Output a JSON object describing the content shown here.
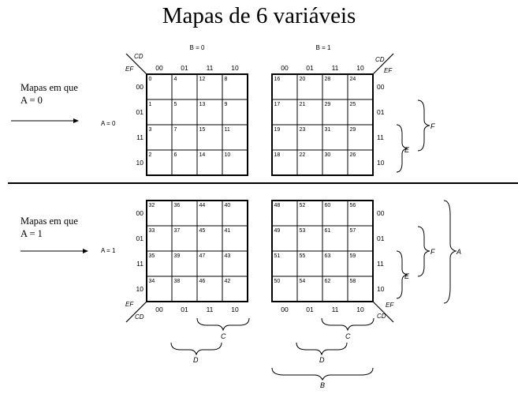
{
  "title": "Mapas de 6 variáveis",
  "notes": {
    "top": {
      "line1": "Mapas em que",
      "line2": "A = 0"
    },
    "bottom": {
      "line1": "Mapas em que",
      "line2": "A = 1"
    }
  },
  "map_labels": {
    "b0": "B = 0",
    "b1": "B = 1",
    "a0": "A = 0",
    "a1": "A = 1",
    "cd": "CD",
    "ef": "EF"
  },
  "gray_codes": [
    "00",
    "01",
    "11",
    "10"
  ],
  "maps": {
    "top_left": [
      [
        "0",
        "4",
        "12",
        "8"
      ],
      [
        "1",
        "5",
        "13",
        "9"
      ],
      [
        "3",
        "7",
        "15",
        "11"
      ],
      [
        "2",
        "6",
        "14",
        "10"
      ]
    ],
    "top_right": [
      [
        "16",
        "20",
        "28",
        "24"
      ],
      [
        "17",
        "21",
        "29",
        "25"
      ],
      [
        "19",
        "23",
        "31",
        "29"
      ],
      [
        "18",
        "22",
        "30",
        "26"
      ]
    ],
    "bottom_left": [
      [
        "32",
        "36",
        "44",
        "40"
      ],
      [
        "33",
        "37",
        "45",
        "41"
      ],
      [
        "35",
        "39",
        "47",
        "43"
      ],
      [
        "34",
        "38",
        "46",
        "42"
      ]
    ],
    "bottom_right": [
      [
        "48",
        "52",
        "60",
        "56"
      ],
      [
        "49",
        "53",
        "61",
        "57"
      ],
      [
        "51",
        "55",
        "63",
        "59"
      ],
      [
        "50",
        "54",
        "62",
        "58"
      ]
    ]
  },
  "brace_labels": {
    "F": "F",
    "E": "E",
    "A": "A",
    "C": "C",
    "D": "D",
    "B": "B"
  },
  "colors": {
    "text": "#000000",
    "grid": "#000000",
    "label_gray": "#222222"
  }
}
